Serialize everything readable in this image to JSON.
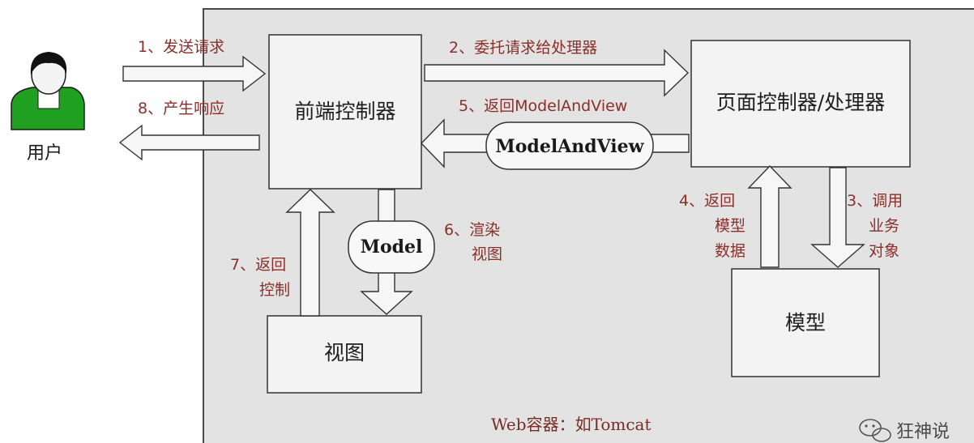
{
  "user": {
    "label": "用户"
  },
  "boxes": {
    "front_controller": "前端控制器",
    "page_controller": "页面控制器/处理器",
    "view": "视图",
    "model": "模型"
  },
  "steps": {
    "s1": "1、发送请求",
    "s2": "2、委托请求给处理器",
    "s3_line1": "3、调用",
    "s3_line2": "业务",
    "s3_line3": "对象",
    "s4_line1": "4、返回",
    "s4_line2": "模型",
    "s4_line3": "数据",
    "s5": "5、返回ModelAndView",
    "s6_line1": "6、渲染",
    "s6_line2": "视图",
    "s7_line1": "7、返回",
    "s7_line2": "控制",
    "s8": "8、产生响应"
  },
  "pills": {
    "model_and_view": "ModelAndView",
    "model": "Model"
  },
  "footer": "Web容器：如Tomcat",
  "watermark": "狂神说",
  "icons": {
    "user": "user-icon",
    "watermark": "wechat-icon"
  }
}
